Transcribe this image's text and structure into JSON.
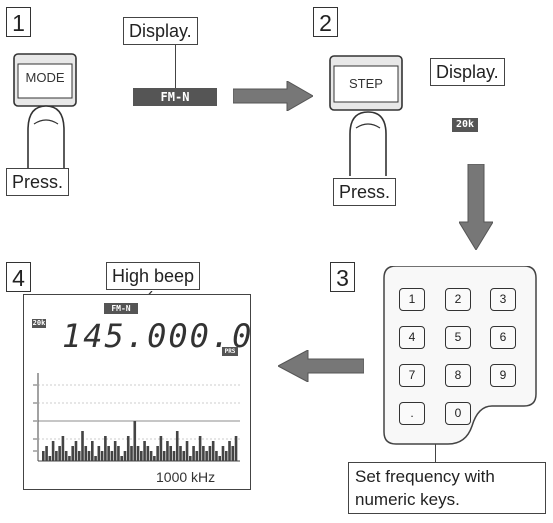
{
  "step1": {
    "number": "1",
    "button_label": "MODE",
    "callout": "Display.",
    "display_readout": "FM-N",
    "action": "Press."
  },
  "step2": {
    "number": "2",
    "button_label": "STEP",
    "callout": "Display.",
    "display_readout": "20k",
    "action": "Press."
  },
  "step3": {
    "number": "3",
    "keys": [
      "1",
      "2",
      "3",
      "4",
      "5",
      "6",
      "7",
      "8",
      "9",
      ".",
      "0"
    ],
    "caption_line1": "Set frequency with",
    "caption_line2": "numeric keys."
  },
  "step4": {
    "number": "4",
    "callout": "High beep",
    "lcd": {
      "mode_indicator": "FM-N",
      "step_indicator": "20k",
      "frequency": "145.000.0",
      "side_indicator": "PRS",
      "span_label": "1000 kHz"
    }
  },
  "spectrum": {
    "levels": [
      2,
      3,
      1,
      4,
      2,
      3,
      5,
      2,
      1,
      3,
      4,
      2,
      6,
      3,
      2,
      4,
      1,
      3,
      2,
      5,
      3,
      2,
      4,
      3,
      1,
      2,
      5,
      3,
      8,
      3,
      2,
      4,
      3,
      2,
      1,
      3,
      5,
      2,
      4,
      3,
      2,
      6,
      3,
      2,
      4,
      1,
      3,
      2,
      5,
      3,
      2,
      3,
      4,
      2,
      1,
      3,
      2,
      4,
      3,
      5
    ]
  }
}
